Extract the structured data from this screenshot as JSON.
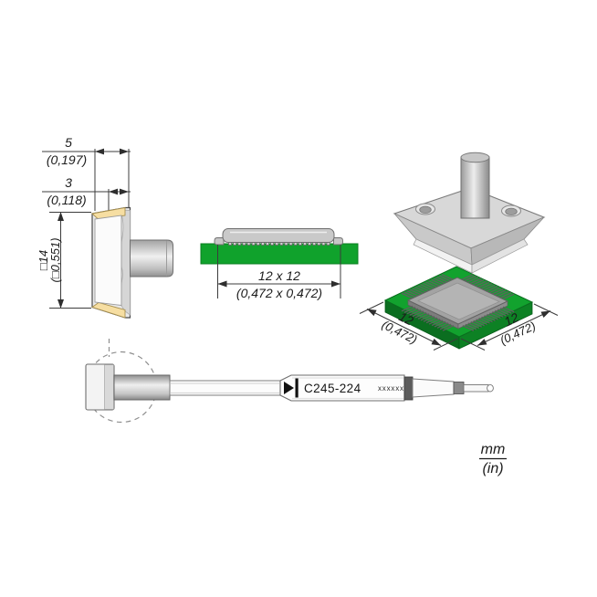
{
  "drawing": {
    "side_view": {
      "dim_width": {
        "mm": "5",
        "in": "(0,197)"
      },
      "dim_depth": {
        "mm": "3",
        "in": "(0,118)"
      },
      "dim_height": {
        "mm": "□14",
        "in": "(□0,551)"
      }
    },
    "top_view": {
      "dim_footprint": {
        "mm": "12 x 12",
        "in": "(0,472 x 0,472)"
      }
    },
    "iso_view": {
      "dim_left": {
        "mm": "12",
        "in": "(0,472)"
      },
      "dim_right": {
        "mm": "12",
        "in": "(0,472)"
      }
    },
    "cartridge": {
      "model": "C245-224",
      "serial": "xxxxxx"
    },
    "units": {
      "primary": "mm",
      "secondary": "(in)"
    },
    "colors": {
      "pcb_green": "#10A22C",
      "pcb_green_dark": "#0B6E20",
      "solder_gold": "#F6DEA2",
      "metal_grey": "#D8D8D8",
      "line": "#3C3C3C"
    }
  }
}
